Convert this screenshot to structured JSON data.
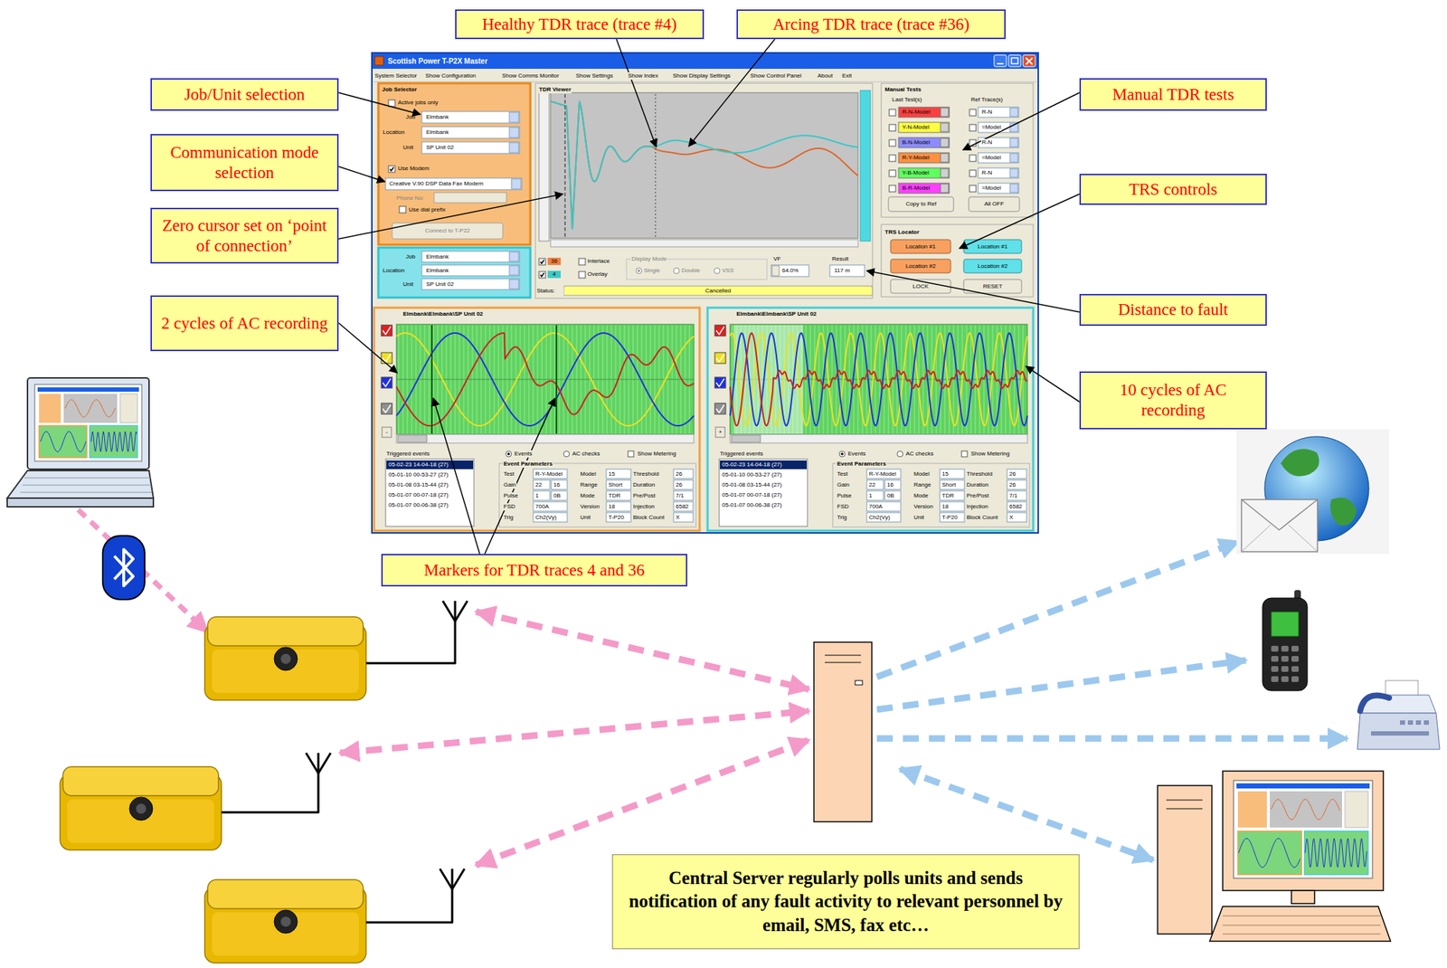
{
  "diagram": {
    "nodes": [
      {
        "text": [
          "Healthy TDR trace (trace #4)"
        ]
      },
      {
        "text": [
          "Arcing TDR trace (trace #36)"
        ]
      },
      {
        "text": [
          "Job/Unit selection"
        ]
      },
      {
        "text": [
          "Manual TDR tests"
        ]
      },
      {
        "text": [
          "Communication mode selection"
        ]
      },
      {
        "text": [
          "TRS controls"
        ]
      },
      {
        "text": [
          "Zero cursor set on ‘point of connection’"
        ]
      },
      {
        "text": [
          "Distance to fault"
        ]
      },
      {
        "text": [
          "2 cycles of AC recording"
        ]
      },
      {
        "text": [
          "10 cycles of AC recording"
        ]
      },
      {
        "text": [
          "Markers for TDR traces 4 and 36"
        ]
      },
      {
        "text": [
          "Central Server regularly polls units and sends notification of any fault activity to relevant personnel by email, SMS, fax etc…"
        ]
      }
    ],
    "labels": [
      "Scottish Power T-P2X Master",
      "System Selector",
      "Show Configuration",
      "Show Comms Monitor",
      "Show Settings",
      "Show Index",
      "Show Display Settings",
      "Show Control Panel",
      "About",
      "Exit",
      "Job Selector",
      "Active jobs only",
      "Job",
      "Elmbank",
      "Location",
      "Elmbank",
      "Unit",
      "SP Unit 02",
      "Use Modem",
      "Creative V.90 DSP Data Fax Modem",
      "Phone No:",
      "Use dial prefix",
      "Connect to T-P22",
      "Job",
      "Elmbank",
      "Location",
      "Elmbank",
      "Unit",
      "SP Unit 02",
      "TDR Viewer",
      "36",
      "4",
      "Interlace",
      "Overlay",
      "Display Mode",
      "Single",
      "Double",
      "VSS",
      "VF",
      "64.0%",
      "Result",
      "117 m",
      "Status:",
      "Cancelled",
      "Manual Tests",
      "Last Test(s)",
      "Ref Trace(s)",
      "R-N-Model",
      "R-N",
      "Y-N-Model",
      "=Model",
      "B-N-Model",
      "R-N",
      "R-Y-Model",
      "=Model",
      "Y-B-Model",
      "R-N",
      "B-R-Model",
      "=Model",
      "Copy to Ref",
      "All OFF",
      "TRS Locator",
      "Location #1",
      "Location #1",
      "Location #2",
      "Location #2",
      "LOCK",
      "RESET",
      "Elmbank\\Elmbank\\SP Unit 02",
      "-",
      "Triggered events",
      "05-02-23 14-04-18 (27)",
      "05-01-10 00-53-27 (27)",
      "05-01-08 03-15-44 (27)",
      "05-01-07 00-07-18 (27)",
      "05-01-07 00-06-38 (27)",
      "Events",
      "AC checks",
      "Show Metering",
      "Event Parameters",
      "Test",
      "R-Y-Model",
      "Model",
      "15",
      "Threshold",
      "26",
      "Gain",
      "22",
      "16",
      "Range",
      "Short",
      "Duration",
      "26",
      "Pulse",
      "1",
      "0B",
      "Mode",
      "TDR",
      "Pre/Post",
      "7/1",
      "FSD",
      "700A",
      "Version",
      "18",
      "Injection",
      "6582",
      "Trig",
      "Ch2(Vy)",
      "Unit",
      "T-P20",
      "Block Count",
      "X",
      "Elmbank\\Elmbank\\SP Unit 02",
      "+",
      "Triggered events",
      "05-02-23 14-04-18 (27)",
      "05-01-10 00-53-27 (27)",
      "05-01-08 03-15-44 (27)",
      "05-01-07 00-07-18 (27)",
      "05-01-07 00-06-38 (27)",
      "Events",
      "AC checks",
      "Show Metering",
      "Event Parameters",
      "Test",
      "R-Y-Model",
      "Model",
      "15",
      "Threshold",
      "26",
      "Gain",
      "22",
      "16",
      "Range",
      "Short",
      "Duration",
      "26",
      "Pulse",
      "1",
      "0B",
      "Mode",
      "TDR",
      "Pre/Post",
      "7/1",
      "FSD",
      "700A",
      "Version",
      "18",
      "Injection",
      "6582",
      "Trig",
      "Ch2(Vy)",
      "Unit",
      "T-P20",
      "Block Count",
      "X"
    ]
  }
}
